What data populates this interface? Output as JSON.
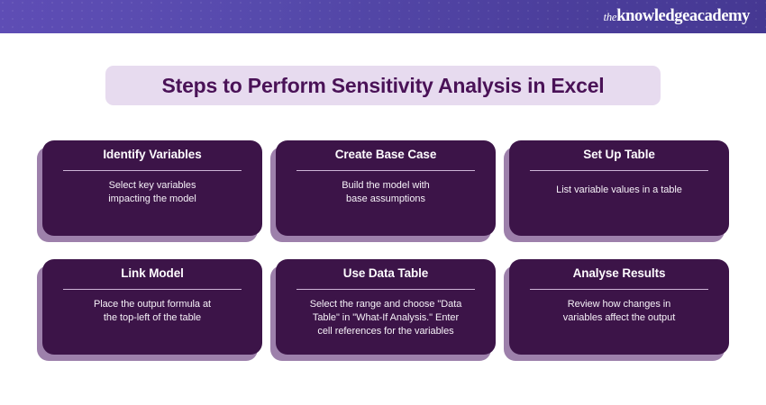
{
  "header": {
    "logo_prefix": "the",
    "logo_main": "knowledgeacademy",
    "gradient_start": "#5e4db5",
    "gradient_end": "#453892"
  },
  "title": {
    "text": "Steps to Perform Sensitivity Analysis in Excel",
    "banner_color": "#e7dbef",
    "text_color": "#4a1257"
  },
  "theme": {
    "card_color": "#3c1448",
    "card_shadow_color": "#9d80ab",
    "divider_color": "#cdb4d6",
    "page_background": "#ffffff"
  },
  "steps": [
    {
      "title": "Identify Variables",
      "body": "Select key variables\nimpacting the model",
      "lines": 2
    },
    {
      "title": "Create Base Case",
      "body": "Build the model with\nbase assumptions",
      "lines": 2
    },
    {
      "title": "Set Up Table",
      "body": "List variable values in a table",
      "lines": 1
    },
    {
      "title": "Link Model",
      "body": "Place the output formula at\nthe top-left of the table",
      "lines": 2
    },
    {
      "title": "Use Data Table",
      "body": "Select the range and choose \"Data\nTable\" in \"What-If Analysis.\" Enter\ncell references for the variables",
      "lines": 3
    },
    {
      "title": "Analyse Results",
      "body": "Review how changes in\nvariables affect the output",
      "lines": 2
    }
  ]
}
